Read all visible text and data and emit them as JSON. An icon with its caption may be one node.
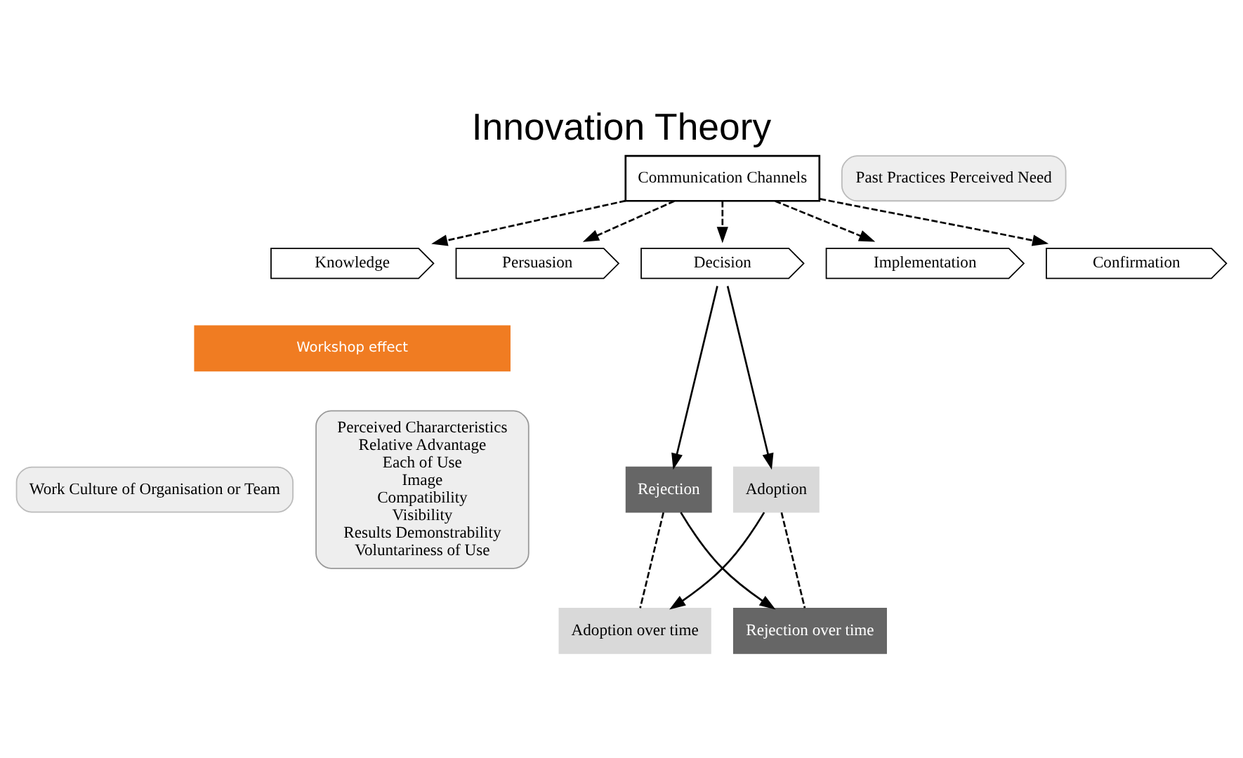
{
  "diagram": {
    "title": "Innovation Theory",
    "nodes": [
      {
        "text": [
          "Communication Channels"
        ]
      },
      {
        "text": [
          "Past Practices Perceived Need"
        ]
      },
      {
        "text": [
          "Work Culture of Organisation or Team"
        ]
      },
      {
        "text": [
          "Knowledge"
        ]
      },
      {
        "text": [
          "Persuasion"
        ]
      },
      {
        "text": [
          "Decision"
        ]
      },
      {
        "text": [
          "Implementation"
        ]
      },
      {
        "text": [
          "Confirmation"
        ]
      },
      {
        "text": [
          "Perceived Chararcteristics",
          "Relative Advantage",
          "Each of Use",
          "Image",
          "Compatibility",
          "Visibility",
          "Results Demonstrability",
          "Voluntariness of Use"
        ]
      },
      {
        "text": [
          "Workshop effect"
        ]
      },
      {
        "text": [
          "Adoption"
        ]
      },
      {
        "text": [
          "Rejection"
        ]
      },
      {
        "text": [
          "Adoption over time"
        ]
      },
      {
        "text": [
          "Rejection over time"
        ]
      }
    ],
    "edges": [
      {
        "from": 0,
        "to": 3,
        "arrow": "to",
        "style": "dashed"
      },
      {
        "from": 0,
        "to": 4,
        "arrow": "to",
        "style": "dashed"
      },
      {
        "from": 0,
        "to": 5,
        "arrow": "to",
        "style": "dashed"
      },
      {
        "from": 0,
        "to": 6,
        "arrow": "to",
        "style": "dashed"
      },
      {
        "from": 0,
        "to": 7,
        "arrow": "to",
        "style": "dashed"
      },
      {
        "from": 5,
        "to": 10,
        "arrow": "to"
      },
      {
        "from": 5,
        "to": 11,
        "arrow": "to"
      },
      {
        "from": 10,
        "to": 12,
        "arrow": "to"
      },
      {
        "from": 11,
        "to": 13,
        "arrow": "to"
      },
      {
        "from": 10,
        "to": 13,
        "arrow": "none",
        "style": "dashed"
      },
      {
        "from": 11,
        "to": 12,
        "arrow": "none",
        "style": "dashed"
      }
    ]
  }
}
